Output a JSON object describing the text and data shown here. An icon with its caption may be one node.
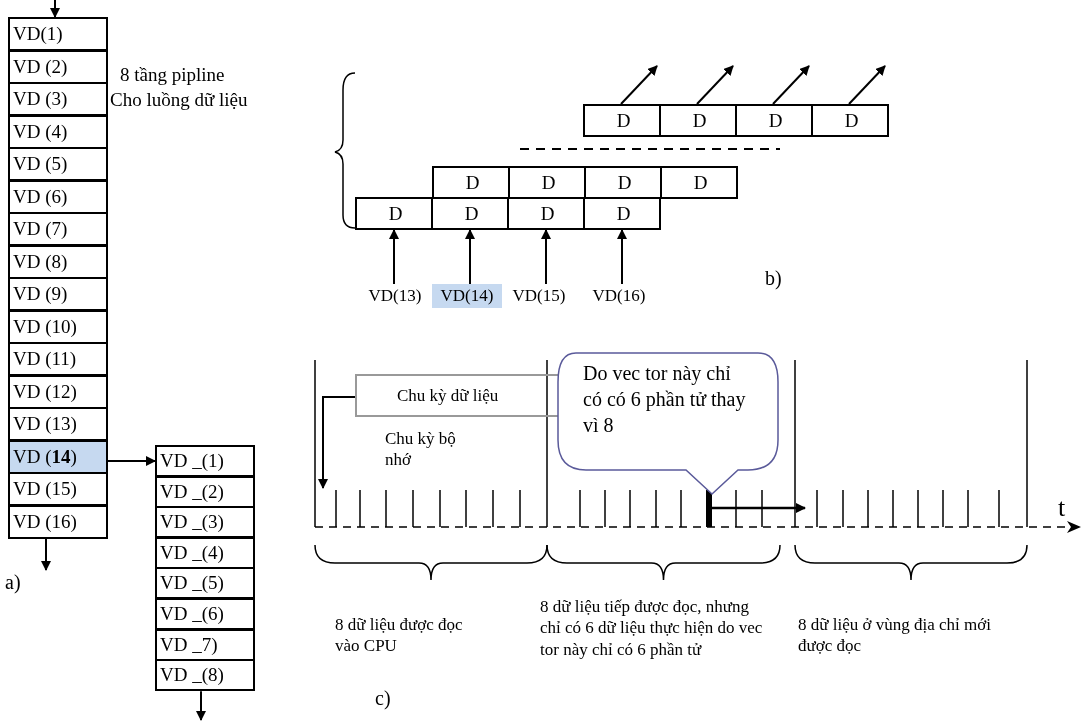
{
  "diagram": {
    "nodes": [
      {
        "text": [
          "VD(1)"
        ]
      },
      {
        "text": [
          "VD (2)"
        ]
      },
      {
        "text": [
          "VD (3)"
        ]
      },
      {
        "text": [
          "VD (4)"
        ]
      },
      {
        "text": [
          "VD (5)"
        ]
      },
      {
        "text": [
          "VD (6)"
        ]
      },
      {
        "text": [
          "VD (7)"
        ]
      },
      {
        "text": [
          "VD (8)"
        ]
      },
      {
        "text": [
          "VD (9)"
        ]
      },
      {
        "text": [
          "VD (10)"
        ]
      },
      {
        "text": [
          "VD (11)"
        ]
      },
      {
        "text": [
          "VD (12)"
        ]
      },
      {
        "text": [
          "VD (13)"
        ]
      },
      {
        "text": [
          "VD (**14**)"
        ]
      },
      {
        "text": [
          "VD (15)"
        ]
      },
      {
        "text": [
          "VD (16)"
        ]
      },
      {
        "text": [
          "VD _(1)"
        ]
      },
      {
        "text": [
          "VD _(2)"
        ]
      },
      {
        "text": [
          "VD _(3)"
        ]
      },
      {
        "text": [
          "VD _(4)"
        ]
      },
      {
        "text": [
          "VD _(5)"
        ]
      },
      {
        "text": [
          "VD _(6)"
        ]
      },
      {
        "text": [
          "VD _7)"
        ]
      },
      {
        "text": [
          "VD _(8)"
        ]
      },
      {
        "text": [
          "D"
        ]
      },
      {
        "text": [
          "D"
        ]
      },
      {
        "text": [
          "D"
        ]
      },
      {
        "text": [
          "D"
        ]
      },
      {
        "text": [
          "D"
        ]
      },
      {
        "text": [
          "D"
        ]
      },
      {
        "text": [
          "D"
        ]
      },
      {
        "text": [
          "D"
        ]
      },
      {
        "text": [
          "D"
        ]
      },
      {
        "text": [
          "D"
        ]
      },
      {
        "text": [
          "D"
        ]
      },
      {
        "text": [
          "D"
        ]
      },
      {
        "text": [
          "VD(13)"
        ]
      },
      {
        "text": [
          "VD(14)"
        ]
      },
      {
        "text": [
          "VD(15)"
        ]
      },
      {
        "text": [
          "VD(16)"
        ]
      },
      {
        "text": [
          "Chu kỳ dữ liệu"
        ]
      },
      {
        "text": [
          "Do vec tor này chỉ có có 6 phần tử thay vì 8"
        ]
      }
    ],
    "edges": [
      {
        "from": null,
        "to": 0,
        "arrow": "to"
      },
      {
        "from": 15,
        "to": null,
        "arrow": "to"
      },
      {
        "from": 13,
        "to": 16,
        "arrow": "to"
      },
      {
        "from": 23,
        "to": null,
        "arrow": "to"
      },
      {
        "from": 24,
        "to": null,
        "arrow": "to"
      },
      {
        "from": 25,
        "to": null,
        "arrow": "to"
      },
      {
        "from": 26,
        "to": null,
        "arrow": "to"
      },
      {
        "from": 27,
        "to": null,
        "arrow": "to"
      },
      {
        "from": 36,
        "to": 32,
        "arrow": "to"
      },
      {
        "from": 37,
        "to": 33,
        "arrow": "to"
      },
      {
        "from": 38,
        "to": 34,
        "arrow": "to"
      },
      {
        "from": 39,
        "to": 35,
        "arrow": "to"
      },
      {
        "from": 40,
        "to": null,
        "arrow": "to"
      }
    ],
    "labels": [
      "8 tầng pipline",
      "Cho luồng dữ liệu",
      "b)",
      "Chu kỳ bộ nhớ",
      "t",
      "a)",
      "8 dữ liệu được đọc vào CPU",
      "8 dữ liệu tiếp được đọc, nhưng chỉ có 6 dữ liệu thực hiện do vec tor này chỉ có 6 phần tử",
      "8 dữ liệu ở vùng địa chỉ mới được đọc",
      "c)"
    ]
  }
}
